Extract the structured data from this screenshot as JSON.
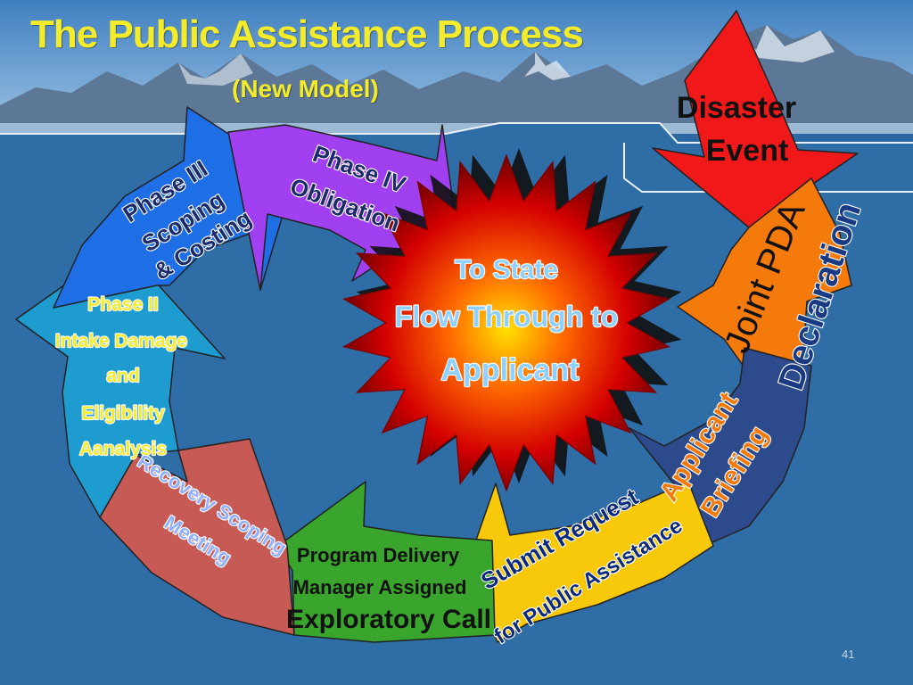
{
  "slide": {
    "title": "The Public Assistance Process",
    "subtitle": "(New Model)",
    "page_number": "41"
  },
  "center_burst": {
    "lines": [
      "To State",
      "Flow Through to",
      "Applicant"
    ]
  },
  "steps": {
    "disaster_event": {
      "lines": [
        "Disaster",
        "Event"
      ],
      "color": "#f01818"
    },
    "joint_pda": {
      "lines": [
        "Joint PDA",
        "Declaration"
      ],
      "color": "#f47a0c"
    },
    "applicant_briefing": {
      "lines": [
        "Applicant",
        "Briefing"
      ],
      "color": "#2c4a8c"
    },
    "submit_request": {
      "lines": [
        "Submit Request",
        "for Public Assistance"
      ],
      "color": "#f7c90a"
    },
    "program_delivery": {
      "lines": [
        "Program Delivery",
        "Manager Assigned",
        "Exploratory Call"
      ],
      "color": "#3aa52c"
    },
    "recovery_scoping": {
      "lines": [
        "Recovery Scoping",
        "Meeting"
      ],
      "color": "#c85a55"
    },
    "phase_ii": {
      "lines": [
        "Phase II",
        "Intake Damage",
        "and",
        "Eligibility",
        "Aanalysis"
      ],
      "color": "#1f9ccf"
    },
    "phase_iii": {
      "lines": [
        "Phase III",
        "Scoping",
        "& Costing"
      ],
      "color": "#1e6ee6"
    },
    "phase_iv": {
      "lines": [
        "Phase IV",
        "Obligation"
      ],
      "color": "#a040f0"
    }
  }
}
